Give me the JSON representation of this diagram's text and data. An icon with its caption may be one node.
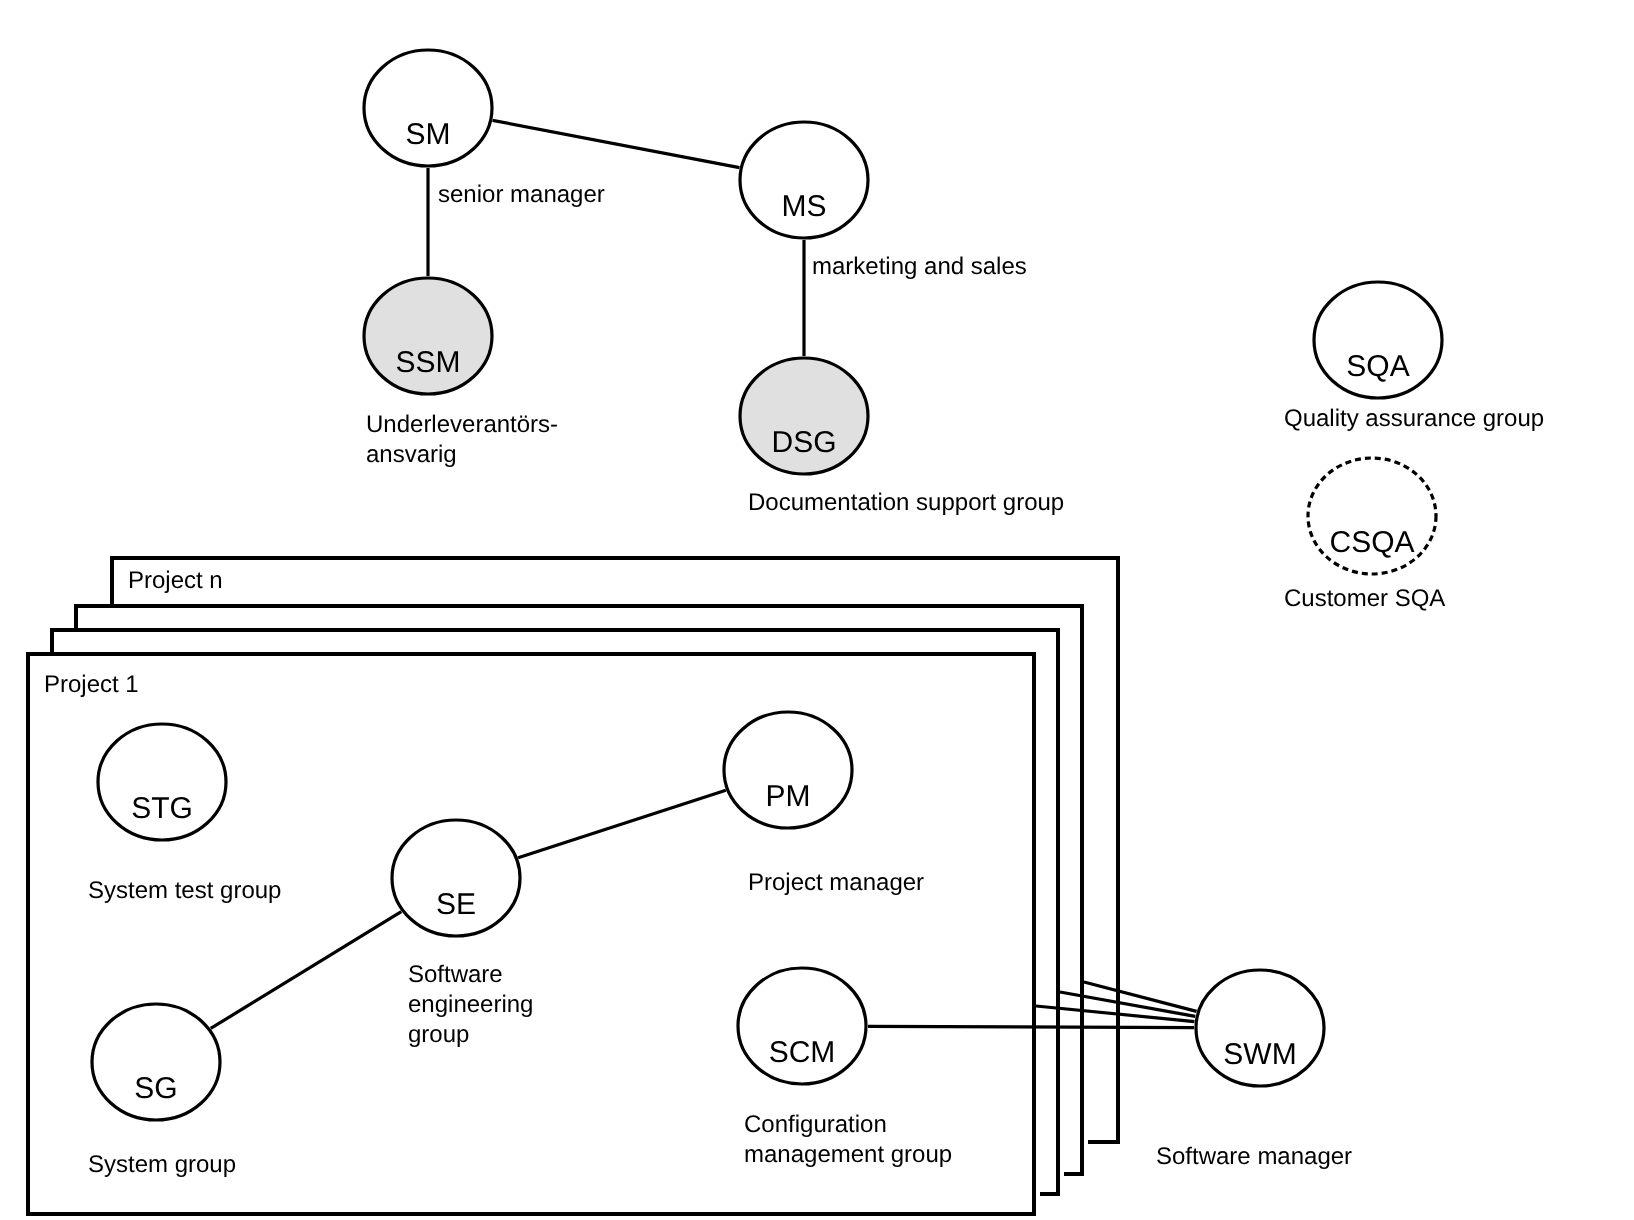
{
  "diagram": {
    "nodes": [
      {
        "text": [
          "SM"
        ],
        "beside": [
          "senior manager"
        ]
      },
      {
        "text": [
          "MS"
        ],
        "beside": [
          "marketing and sales"
        ]
      },
      {
        "text": [
          "SSM"
        ],
        "beside": [
          "Underleverantörs- ansvarig"
        ]
      },
      {
        "text": [
          "DSG"
        ],
        "beside": [
          "Documentation support group"
        ]
      },
      {
        "text": [
          "SQA"
        ],
        "beside": [
          "Quality assurance group"
        ]
      },
      {
        "text": [
          "CSQA"
        ],
        "beside": [
          "Customer SQA"
        ]
      },
      {
        "text": [
          "Project n"
        ]
      },
      {
        "text": [],
        "shape": "box"
      },
      {
        "text": [],
        "shape": "box"
      },
      {
        "text": [
          "Project 1"
        ]
      },
      {
        "text": [
          "STG"
        ],
        "beside": [
          "System test group"
        ],
        "in": 9
      },
      {
        "text": [
          "SE"
        ],
        "beside": [
          "Software engineering group"
        ],
        "in": 9
      },
      {
        "text": [
          "PM"
        ],
        "beside": [
          "Project manager"
        ],
        "in": 9
      },
      {
        "text": [
          "SG"
        ],
        "beside": [
          "System group"
        ],
        "in": 9
      },
      {
        "text": [
          "SCM"
        ],
        "beside": [
          "Configuration management group"
        ],
        "in": 9
      },
      {
        "text": [
          "SWM"
        ],
        "beside": [
          "Software manager"
        ]
      }
    ],
    "edges": [
      {
        "from": 0,
        "to": 1,
        "arrow": "none"
      },
      {
        "from": 0,
        "to": 2,
        "arrow": "none"
      },
      {
        "from": 1,
        "to": 3,
        "arrow": "none"
      },
      {
        "from": 11,
        "to": 12,
        "arrow": "none"
      },
      {
        "from": 13,
        "to": 11,
        "arrow": "none"
      },
      {
        "from": 15,
        "to": 7,
        "arrow": "none"
      },
      {
        "from": 15,
        "to": 8,
        "arrow": "none"
      },
      {
        "from": 15,
        "to": 9,
        "arrow": "none"
      },
      {
        "from": 14,
        "to": 15,
        "arrow": "none"
      }
    ]
  }
}
